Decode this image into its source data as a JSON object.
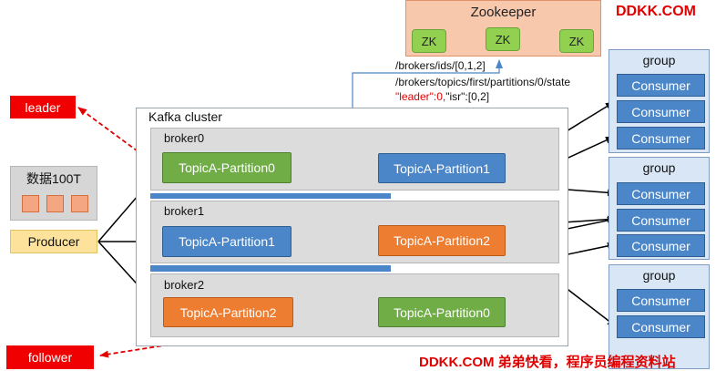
{
  "brand": "DDKK.COM",
  "footer_brand": "DDKK.COM 弟弟快看，程序员编程资料站",
  "zookeeper": {
    "title": "Zookeeper",
    "nodes": [
      "ZK",
      "ZK",
      "ZK"
    ],
    "paths": {
      "ids": "/brokers/ids/[0,1,2]",
      "state": "/brokers/topics/first/partitions/0/state",
      "state_leader": "\"leader\":0,",
      "state_isr": "\"isr\":[0,2]"
    }
  },
  "cluster": {
    "title": "Kafka cluster",
    "brokers": [
      {
        "label": "broker0",
        "partitions": [
          "TopicA-Partition0",
          "TopicA-Partition1"
        ]
      },
      {
        "label": "broker1",
        "partitions": [
          "TopicA-Partition1",
          "TopicA-Partition2"
        ]
      },
      {
        "label": "broker2",
        "partitions": [
          "TopicA-Partition2",
          "TopicA-Partition0"
        ]
      }
    ]
  },
  "roles": {
    "leader": "leader",
    "follower": "follower"
  },
  "data_block": {
    "label": "数据100T"
  },
  "producer": {
    "label": "Producer"
  },
  "groups": [
    {
      "label": "group",
      "consumers": [
        "Consumer",
        "Consumer",
        "Consumer"
      ]
    },
    {
      "label": "group",
      "consumers": [
        "Consumer",
        "Consumer",
        "Consumer"
      ]
    },
    {
      "label": "group",
      "consumers": [
        "Consumer",
        "Consumer"
      ]
    }
  ],
  "colors": {
    "leader_partition": "#70ad47",
    "follower_partition_blue": "#4a86c8",
    "follower_partition_orange": "#ed7d31",
    "red": "#f00000",
    "zookeeper_bg": "#f8c8ad"
  }
}
